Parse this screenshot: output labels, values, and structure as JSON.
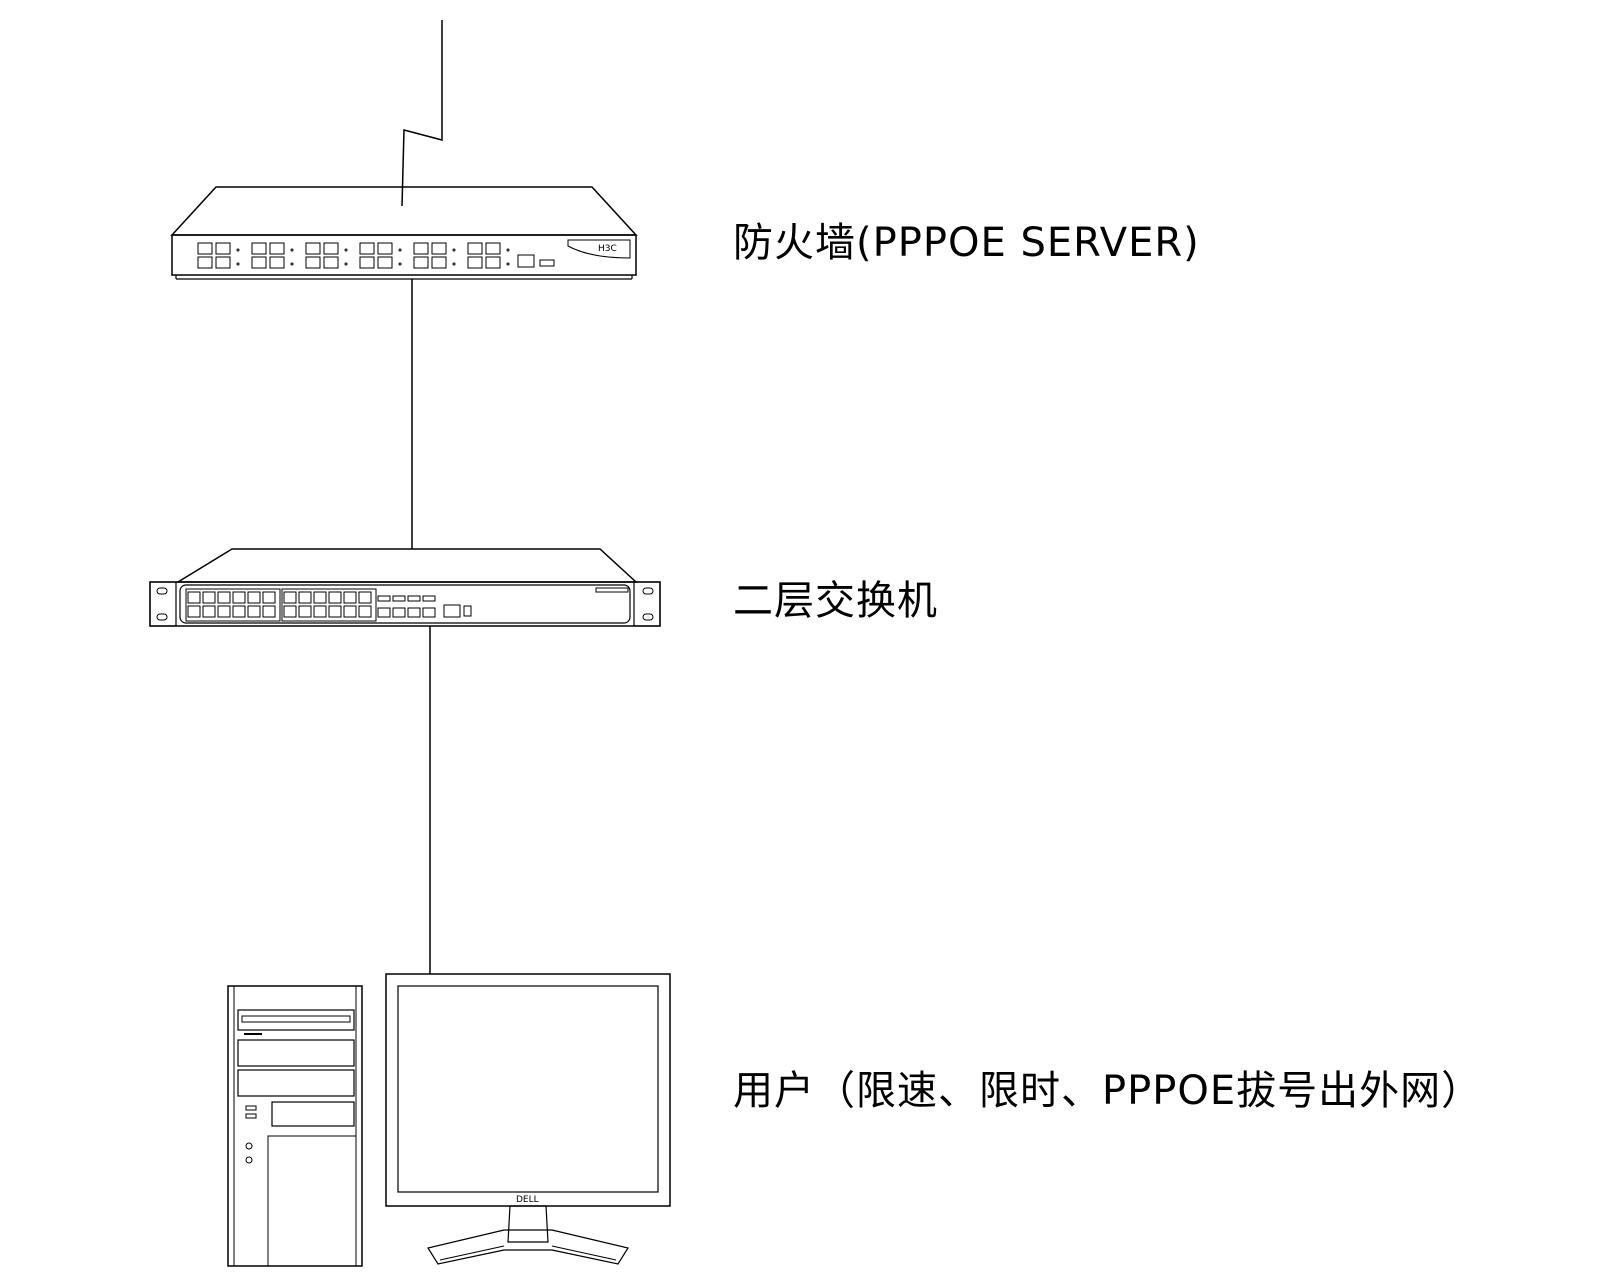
{
  "nodes": {
    "firewall": {
      "label": "防火墙(PPPOE SERVER)",
      "brand": "H3C"
    },
    "switch": {
      "label": "二层交换机"
    },
    "user": {
      "label": "用户（限速、限时、PPPOE拔号出外网）",
      "monitor_brand": "DELL"
    }
  },
  "colors": {
    "line": "#000000",
    "background": "#ffffff"
  }
}
